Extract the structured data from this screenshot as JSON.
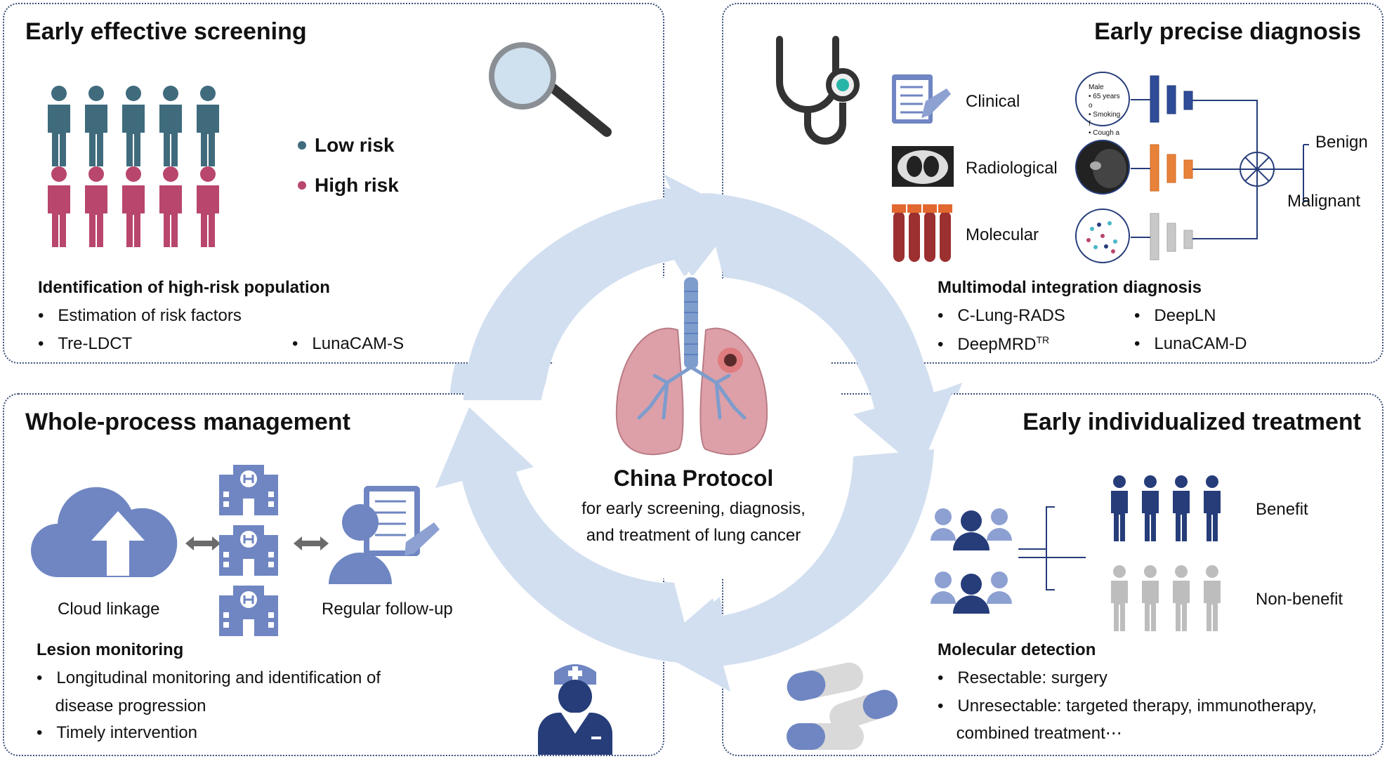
{
  "panels": {
    "screening": {
      "title": "Early effective screening",
      "legend_low": "Low risk",
      "legend_high": "High risk",
      "heading": "Identification of  high-risk population",
      "bullets": [
        "Estimation of risk factors",
        "Tre-LDCT",
        "LunaCAM-S"
      ]
    },
    "diagnosis": {
      "title": "Early precise diagnosis",
      "modalities": [
        "Clinical",
        "Radiological",
        "Molecular"
      ],
      "clinical_card": [
        "Male",
        "65 years o",
        "Smoking f",
        "Cough a"
      ],
      "outcomes": [
        "Benign",
        "Malignant"
      ],
      "heading": "Multimodal integration diagnosis",
      "bullets": [
        "C-Lung-RADS",
        "DeepLN",
        "DeepMRD",
        "LunaCAM-D"
      ],
      "superscript": "TR"
    },
    "management": {
      "title": "Whole-process management",
      "cloud_label": "Cloud linkage",
      "followup_label": "Regular follow-up",
      "heading": "Lesion monitoring",
      "bullets": [
        "Longitudinal monitoring and identification of",
        "disease progression",
        "Timely intervention"
      ]
    },
    "treatment": {
      "title": "Early individualized  treatment",
      "benefit_label": "Benefit",
      "nonbenefit_label": "Non-benefit",
      "heading": "Molecular detection",
      "bullets": [
        "Resectable: surgery",
        "Unresectable: targeted therapy, immunotherapy,",
        "combined treatment⋯"
      ]
    }
  },
  "center": {
    "title": "China Protocol",
    "line1": "for early screening, diagnosis,",
    "line2": "and treatment of lung cancer"
  },
  "colors": {
    "low_risk": "#3f6b7d",
    "high_risk": "#b8466d",
    "cycle": "#d2dff0",
    "navy": "#263d7a",
    "icon_blue": "#6f86c2",
    "grey": "#bdbdbd",
    "orange": "#e8823a",
    "border": "#3a4f7a"
  }
}
